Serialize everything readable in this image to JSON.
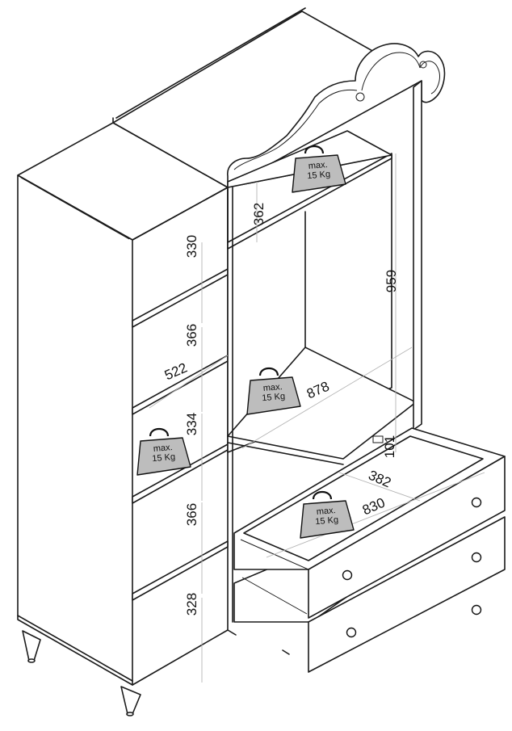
{
  "dimensions": [
    {
      "id": "d362",
      "text": "362"
    },
    {
      "id": "d330",
      "text": "330"
    },
    {
      "id": "d959",
      "text": "959"
    },
    {
      "id": "d366a",
      "text": "366"
    },
    {
      "id": "d522",
      "text": "522"
    },
    {
      "id": "d878",
      "text": "878"
    },
    {
      "id": "d334",
      "text": "334"
    },
    {
      "id": "d101",
      "text": "101"
    },
    {
      "id": "d382",
      "text": "382"
    },
    {
      "id": "d366b",
      "text": "366"
    },
    {
      "id": "d830",
      "text": "830"
    },
    {
      "id": "d328",
      "text": "328"
    }
  ],
  "weight_labels": [
    {
      "line1": "max.",
      "line2": "15 Kg"
    },
    {
      "line1": "max.",
      "line2": "15 Kg"
    },
    {
      "line1": "max.",
      "line2": "15 Kg"
    },
    {
      "line1": "max.",
      "line2": "15 Kg"
    }
  ],
  "icons": [
    "weight-bag-icon",
    "drawer-knob-icon",
    "wardrobe-leg-icon"
  ]
}
